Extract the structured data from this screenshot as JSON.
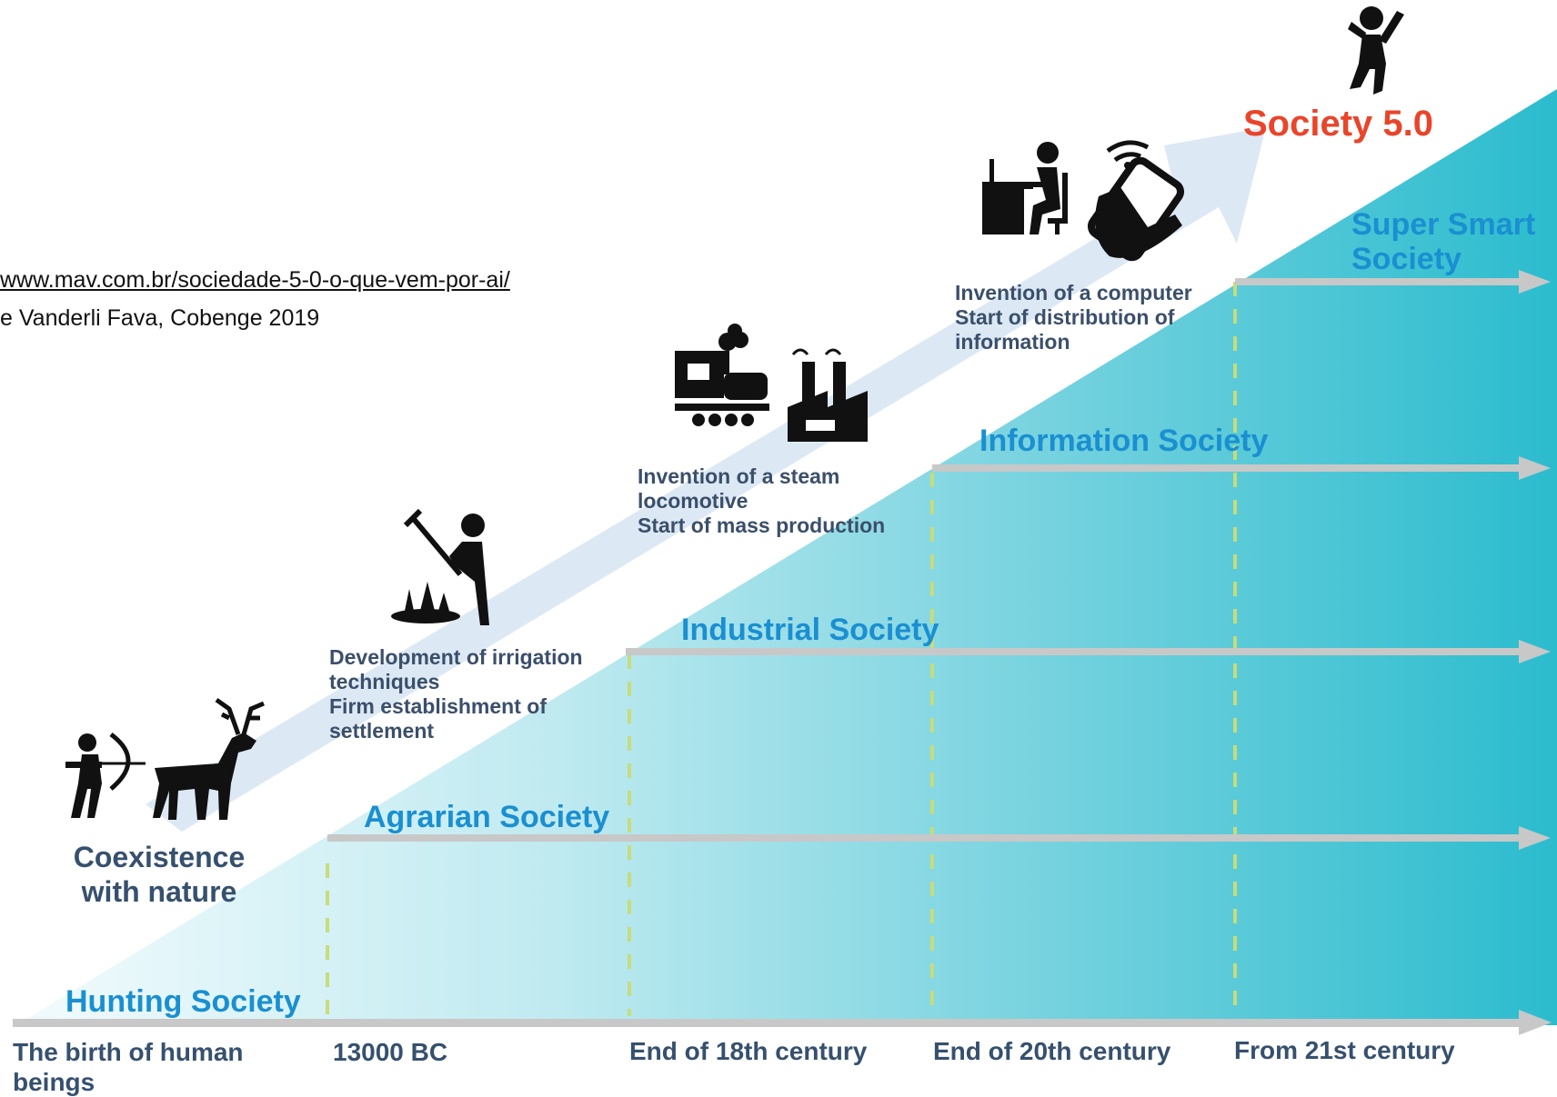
{
  "source": {
    "link_text": "www.mav.com.br/sociedade-5-0-o-que-vem-por-ai/",
    "credit_text": "e Vanderli  Fava, Cobenge 2019"
  },
  "societies": {
    "hunting": "Hunting Society",
    "agrarian": "Agrarian Society",
    "industrial": "Industrial Society",
    "information": "Information Society",
    "super_smart": "Super Smart Society"
  },
  "society_5": "Society 5.0",
  "coexistence": "Coexistence with nature",
  "milestones": {
    "agrarian": "Development of irrigation techniques\nFirm establishment of settlement",
    "industrial": "Invention of a steam locomotive\nStart of mass production",
    "information": "Invention of a computer\nStart of distribution of information"
  },
  "eras": {
    "e1": "The birth of human beings",
    "e2": "13000 BC",
    "e3": "End of 18th century",
    "e4": "End of 20th century",
    "e5": "From 21st century"
  },
  "icons": [
    "archer-icon",
    "deer-icon",
    "farmer-icon",
    "steam-locomotive-icon",
    "factory-icon",
    "computer-worker-icon",
    "smartphone-icon",
    "person-jumping-icon"
  ],
  "colors": {
    "gradient_start": "#f2fbfd",
    "gradient_mid": "#8fdce6",
    "gradient_end": "#2bbcce",
    "society_label": "#1a8fd1",
    "society_5": "#e9452a",
    "text_dark": "#36506e",
    "arrow_band": "#dce9f5",
    "gray_arrow": "#c8c8c8",
    "dashed_divider": "#c7dc7a"
  }
}
